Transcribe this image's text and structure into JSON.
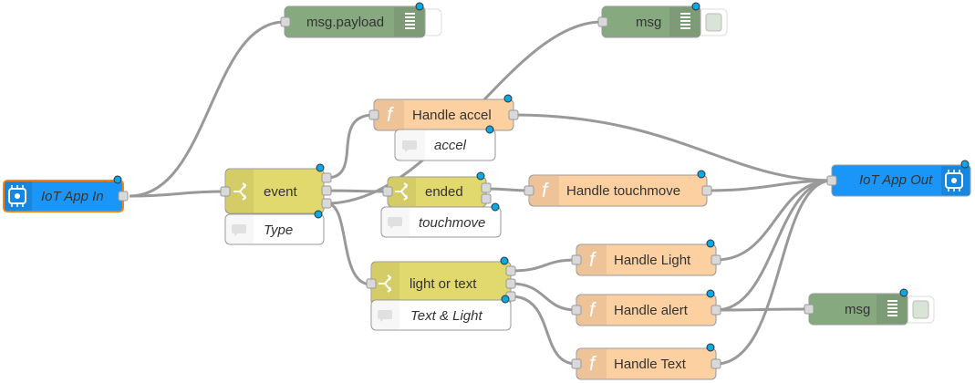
{
  "colors": {
    "iot": "#1996f8",
    "iot_selected_border": "#ff7f0e",
    "debug": "#87a980",
    "switch": "#e2d96e",
    "function": "#fdd0a2",
    "wire": "#999999",
    "status_dot": "#0ba8e8",
    "comment_bg": "#ffffff"
  },
  "nodes": {
    "iot_in": {
      "label": "IoT App In",
      "type": "iot-in",
      "icon": "chip-icon"
    },
    "iot_out": {
      "label": "IoT App Out",
      "type": "iot-out",
      "icon": "chip-icon"
    },
    "debug_payload": {
      "label": "msg.payload",
      "type": "debug",
      "icon": "list-icon"
    },
    "debug_msg_top": {
      "label": "msg",
      "type": "debug",
      "icon": "list-icon"
    },
    "debug_msg_bottom": {
      "label": "msg",
      "type": "debug",
      "icon": "list-icon"
    },
    "switch_event": {
      "label": "event",
      "type": "switch",
      "icon": "switch-icon"
    },
    "switch_ended": {
      "label": "ended",
      "type": "switch",
      "icon": "switch-icon"
    },
    "switch_light_text": {
      "label": "light or text",
      "type": "switch",
      "icon": "switch-icon"
    },
    "fn_accel": {
      "label": "Handle accel",
      "type": "function",
      "icon": "function-icon"
    },
    "fn_touchmove": {
      "label": "Handle touchmove",
      "type": "function",
      "icon": "function-icon"
    },
    "fn_light": {
      "label": "Handle Light",
      "type": "function",
      "icon": "function-icon"
    },
    "fn_alert": {
      "label": "Handle alert",
      "type": "function",
      "icon": "function-icon"
    },
    "fn_text": {
      "label": "Handle Text",
      "type": "function",
      "icon": "function-icon"
    }
  },
  "comments": {
    "type": {
      "label": "Type",
      "icon": "comment-icon"
    },
    "accel": {
      "label": "accel",
      "icon": "comment-icon"
    },
    "touchmove": {
      "label": "touchmove",
      "icon": "comment-icon"
    },
    "text_light": {
      "label": "Text & Light",
      "icon": "comment-icon"
    }
  }
}
